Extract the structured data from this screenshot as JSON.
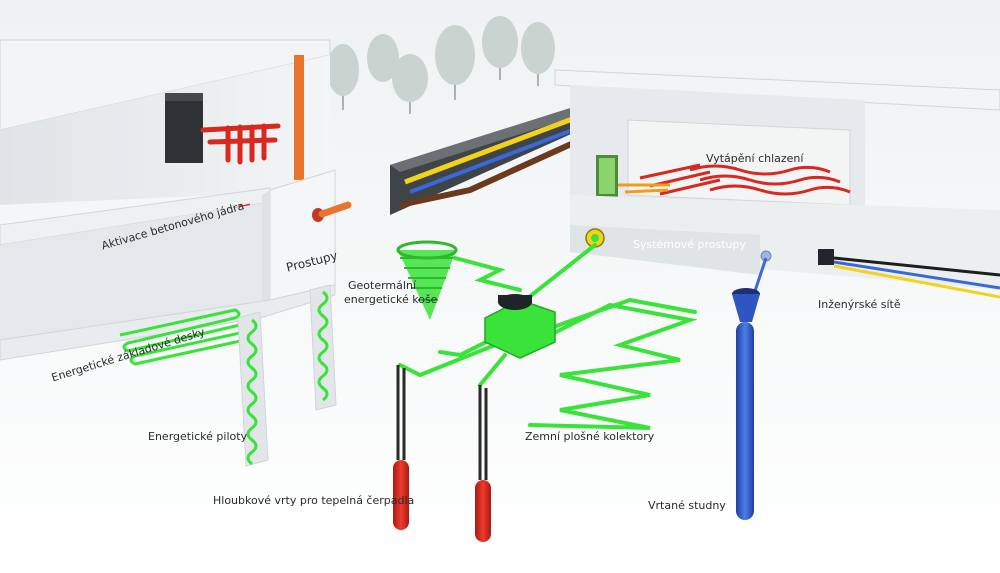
{
  "labels": {
    "core_activation": "Aktivace betonového jádra",
    "penetrations": "Prostupy",
    "foundation_slab": "Energetické základové desky",
    "energy_piles": "Energetické piloty",
    "geothermal_baskets_line1": "Geotermální",
    "geothermal_baskets_line2": "energetické koše",
    "deep_boreholes": "Hloubkové vrty pro tepelná čerpadla",
    "ground_collectors": "Zemní plošné kolektory",
    "heating_cooling": "Vytápění chlazení",
    "system_penetrations": "Systémové prostupy",
    "utilities": "Inženýrské sítě",
    "drilled_wells": "Vrtané studny"
  },
  "colors": {
    "loop_green": "#39e33a",
    "heating_red": "#d8281f",
    "well_blue": "#3a68d8",
    "utility_yellow": "#f2d21a",
    "concrete": "#e9ecee",
    "riser_orange": "#e8742e"
  }
}
